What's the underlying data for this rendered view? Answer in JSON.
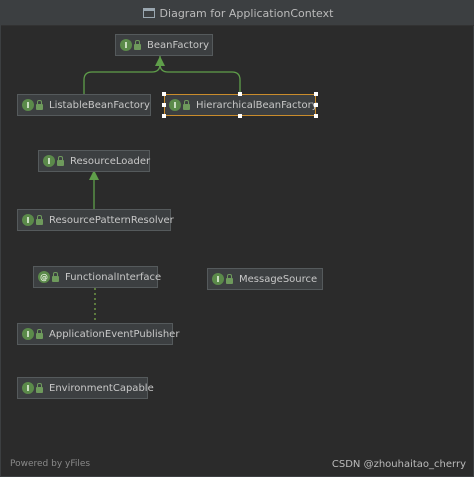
{
  "window": {
    "title": "Diagram for ApplicationContext"
  },
  "nodes": {
    "bean_factory": "BeanFactory",
    "listable_bean_factory": "ListableBeanFactory",
    "hierarchical_bean_factory": "HierarchicalBeanFactory",
    "resource_loader": "ResourceLoader",
    "resource_pattern_resolver": "ResourcePatternResolver",
    "functional_interface": "FunctionalInterface",
    "message_source": "MessageSource",
    "application_event_publisher": "ApplicationEventPublisher",
    "environment_capable": "EnvironmentCapable"
  },
  "icons": {
    "interface_letter": "I",
    "annotation_letter": "@"
  },
  "footer": {
    "powered_by": "Powered by yFiles",
    "watermark": "CSDN @zhouhaitao_cherry"
  },
  "colors": {
    "background": "#2b2b2b",
    "node": "#3c3f41",
    "inheritance_edge": "#5f9e4a",
    "selection": "#c98c2c"
  }
}
